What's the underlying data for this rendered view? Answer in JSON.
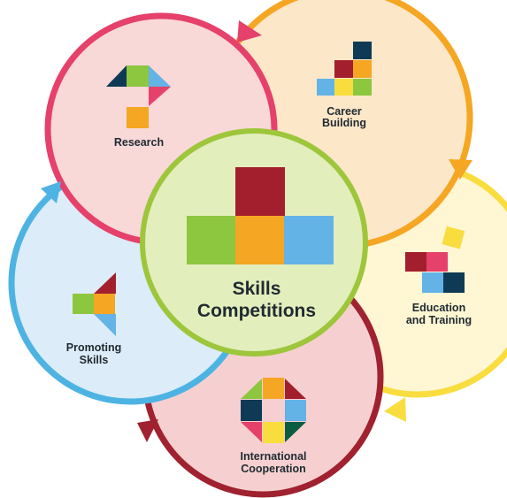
{
  "center": {
    "line1": "Skills",
    "line2": "Competitions"
  },
  "nodes": {
    "research": {
      "line1": "Research"
    },
    "career": {
      "line1": "Career",
      "line2": "Building"
    },
    "education": {
      "line1": "Education",
      "line2": "and Training"
    },
    "international": {
      "line1": "International",
      "line2": "Cooperation"
    },
    "promoting": {
      "line1": "Promoting",
      "line2": "Skills"
    }
  },
  "colors": {
    "research_fill": "#f9d8d8",
    "research_ring": "#e5416a",
    "career_fill": "#fde7c9",
    "career_ring": "#f5a623",
    "education_fill": "#fff6d3",
    "education_ring": "#f9dd3f",
    "international_fill": "#f6d0d0",
    "international_ring": "#a0212f",
    "promoting_fill": "#dcecf8",
    "promoting_ring": "#4db3e3",
    "center_fill": "#e3eebd",
    "center_ring": "#9dc63b",
    "navy": "#0f3a55",
    "crimson": "#a31f2d",
    "pink": "#e5416a",
    "orange": "#f5a623",
    "green": "#8dc63f",
    "lightblue": "#63b3e6",
    "yellow": "#f9dd3f"
  },
  "icons": {
    "research": "research-blocks-icon",
    "career": "staircase-blocks-icon",
    "education": "tilted-blocks-icon",
    "international": "octagon-blocks-icon",
    "promoting": "megaphone-blocks-icon",
    "center": "podium-blocks-icon"
  }
}
